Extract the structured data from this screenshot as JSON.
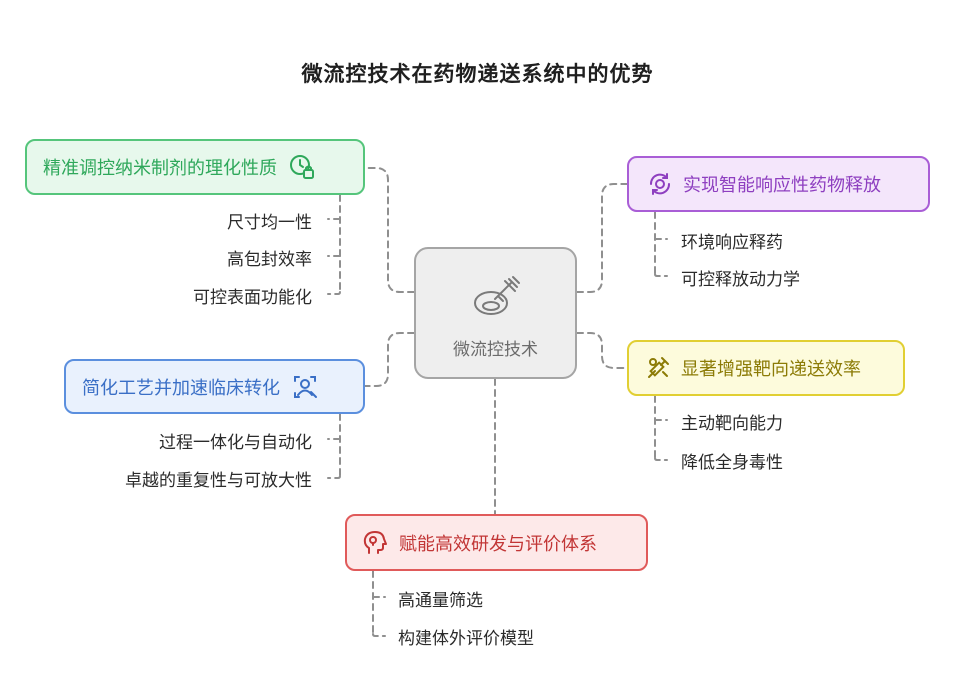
{
  "title": "微流控技术在药物递送系统中的优势",
  "center": {
    "label": "微流控技术",
    "icon": "microfluidic-syringe-icon"
  },
  "branches": {
    "precision": {
      "label": "精准调控纳米制剂的理化性质",
      "icon": "clock-lock-icon",
      "color": "#55c57b",
      "items": [
        "尺寸均一性",
        "高包封效率",
        "可控表面功能化"
      ]
    },
    "release": {
      "label": "实现智能响应性药物释放",
      "icon": "pill-refresh-icon",
      "color": "#a95ed6",
      "items": [
        "环境响应释药",
        "可控释放动力学"
      ]
    },
    "clinical": {
      "label": "简化工艺并加速临床转化",
      "icon": "doctor-badge-icon",
      "color": "#5b8fde",
      "items": [
        "过程一体化与自动化",
        "卓越的重复性与可放大性"
      ]
    },
    "targeting": {
      "label": "显著增强靶向递送效率",
      "icon": "syringe-target-icon",
      "color": "#e1cf33",
      "items": [
        "主动靶向能力",
        "降低全身毒性"
      ]
    },
    "evaluation": {
      "label": "赋能高效研发与评价体系",
      "icon": "head-brain-icon",
      "color": "#e05a5a",
      "items": [
        "高通量筛选",
        "构建体外评价模型"
      ]
    }
  }
}
